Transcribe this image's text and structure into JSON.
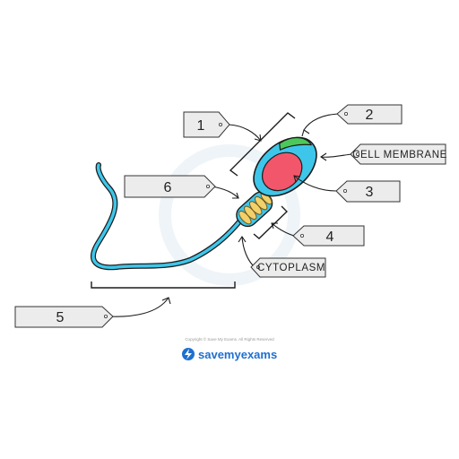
{
  "diagram": {
    "labels": {
      "l1": "1",
      "l2": "2",
      "l3": "3",
      "l4": "4",
      "l5": "5",
      "l6": "6",
      "cell_membrane": "CELL MEMBRANE",
      "cytoplasm": "CYTOPLASM"
    },
    "footer": {
      "copyright": "Copyright © Save My Exams. All Rights Reserved",
      "brand": "savemyexams"
    },
    "colors": {
      "cytoplasm_fill": "#3ec6ea",
      "nucleus_fill": "#f2566b",
      "acrosome_fill": "#4cc85a",
      "mitochondria_fill": "#f3d06a",
      "label_box_fill": "#ececec",
      "brand": "#1e6fd0"
    }
  }
}
